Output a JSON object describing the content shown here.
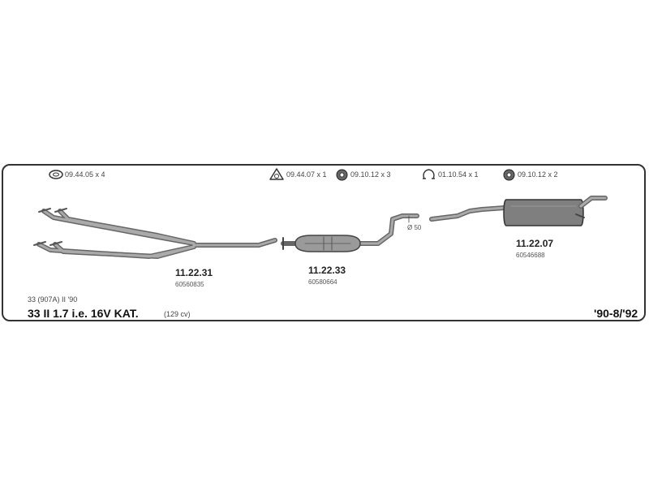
{
  "parts_header": [
    {
      "icon": "gasket-oval-icon",
      "label": "09.44.05 x 4"
    },
    {
      "icon": "gasket-triangle-icon",
      "label": "09.44.07 x 1"
    },
    {
      "icon": "nut-icon",
      "label": "09.10.12 x 3"
    },
    {
      "icon": "clamp-icon",
      "label": "01.10.54 x 1"
    },
    {
      "icon": "nut-icon",
      "label": "09.10.12 x 2"
    }
  ],
  "components": [
    {
      "code": "11.22.31",
      "ref": "60560835"
    },
    {
      "code": "11.22.33",
      "ref": "60580664"
    },
    {
      "code": "11.22.07",
      "ref": "60546688"
    }
  ],
  "diameter_label": "Ø 50",
  "vehicle": {
    "variant": "33 (907A) II '90",
    "model": "33  II  1.7 i.e. 16V KAT.",
    "power": "(129 cv)",
    "years": "'90-8/'92"
  },
  "colors": {
    "border": "#333333",
    "pipe": "#8a8a8a",
    "pipe_dark": "#555555",
    "text": "#222222"
  }
}
